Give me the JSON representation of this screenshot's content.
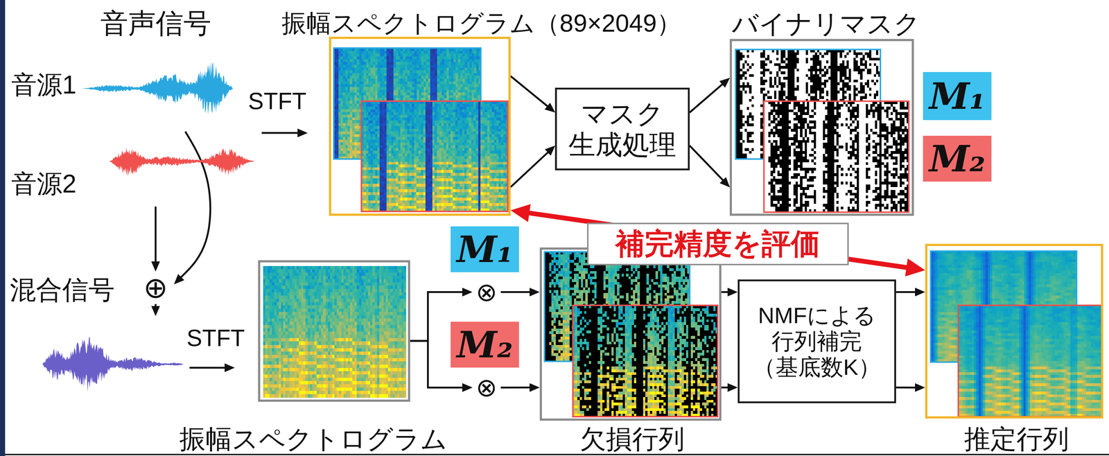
{
  "diagram": {
    "nodes": [
      {
        "text": [
          "振幅スペクトログラム（89×2049）"
        ]
      },
      {
        "text": [
          "マスク 生成処理"
        ]
      },
      {
        "text": [
          "バイナリマスク"
        ]
      },
      {
        "text": [
          "M₁"
        ]
      },
      {
        "text": [
          "M₂"
        ]
      },
      {
        "text": [
          "振幅スペクトログラム"
        ]
      },
      {
        "text": [
          "M₁"
        ]
      },
      {
        "text": [
          "⊗"
        ]
      },
      {
        "text": [
          "M₂"
        ]
      },
      {
        "text": [
          "⊗"
        ]
      },
      {
        "text": [
          "欠損行列"
        ]
      },
      {
        "text": [
          "NMFによる 行列補完 （基底数K）"
        ]
      },
      {
        "text": [
          "推定行列"
        ]
      }
    ],
    "edges": [
      {
        "from": 0,
        "to": 1,
        "arrow": "to"
      },
      {
        "from": 0,
        "to": 1,
        "arrow": "to"
      },
      {
        "from": 1,
        "to": 2,
        "arrow": "to"
      },
      {
        "from": 1,
        "to": 2,
        "arrow": "to"
      },
      {
        "from": 0,
        "to": 12,
        "label": "補完精度を評価",
        "arrow": "both"
      },
      {
        "from": 5,
        "to": 7,
        "arrow": "to"
      },
      {
        "from": 5,
        "to": 9,
        "arrow": "to"
      },
      {
        "from": 7,
        "to": 10,
        "arrow": "to"
      },
      {
        "from": 9,
        "to": 10,
        "arrow": "to"
      },
      {
        "from": 10,
        "to": 11,
        "arrow": "to"
      },
      {
        "from": 10,
        "to": 11,
        "arrow": "to"
      },
      {
        "from": 11,
        "to": 12,
        "arrow": "to"
      },
      {
        "from": 11,
        "to": 12,
        "arrow": "to"
      }
    ],
    "labels": [
      "音声信号",
      "音源1",
      "音源2",
      "STFT",
      "混合信号",
      "⊕",
      "STFT"
    ]
  }
}
